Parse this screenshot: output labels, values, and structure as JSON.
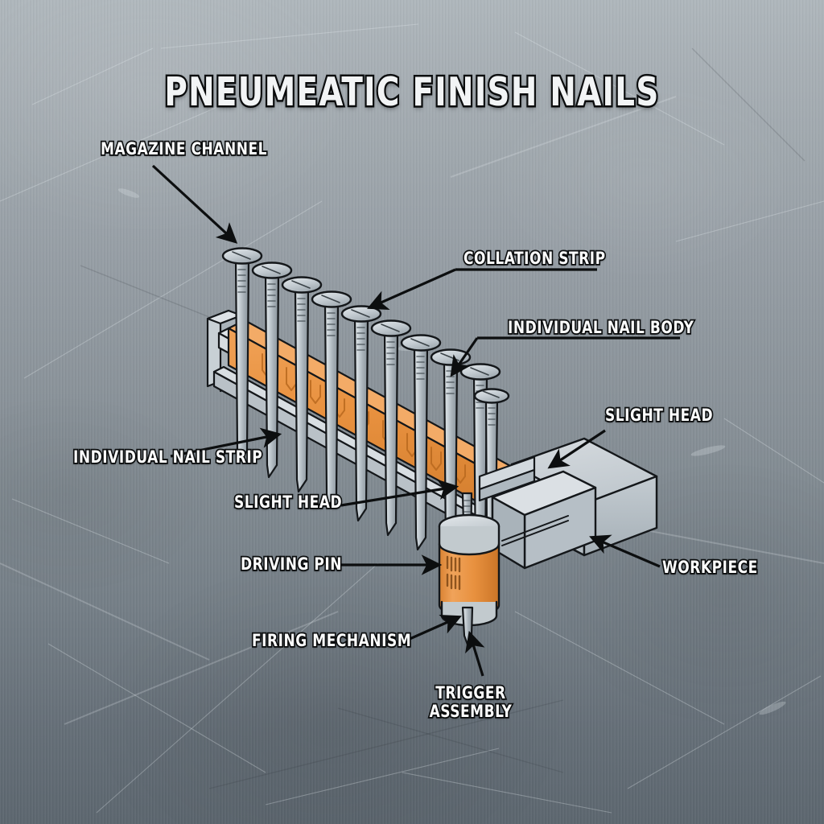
{
  "title": "PNEUMEATIC FINISH NAILS",
  "colors": {
    "orange": "#e8913f",
    "orange_dark": "#cf7a2c",
    "orange_light": "#f2a862",
    "metal_light": "#d3d8dc",
    "metal_mid": "#b4bcc2",
    "metal_dark": "#8c969d",
    "metal_shade": "#9aa4ab",
    "outline": "#14171a",
    "label_fill": "#fbfcfc",
    "label_stroke": "#0c0e0f",
    "bg_top": "#aeb6bb",
    "bg_bottom": "#5b656e"
  },
  "labels": {
    "magazine_channel": "MAGAZINE CHANNEL",
    "collation_strip": "COLLATION STRIP",
    "individual_nail_body": "INDIVIDUAL NAIL BODY",
    "slight_head_right": "SLIGHT HEAD",
    "individual_nail_strip": "INDIVIDUAL NAIL STRIP",
    "slight_head_left": "SLIGHT HEAD",
    "driving_pin": "DRIVING PIN",
    "workpiece": "WORKPIECE",
    "firing_mechanism": "FIRING MECHANISM",
    "trigger_assembly_line1": "TRIGGER",
    "trigger_assembly_line2": "ASSEMBLY"
  },
  "diagram": {
    "type": "isometric-exploded-technical-illustration",
    "subject": "pneumatic finish nail strip with magazine channel, driving pin and workpiece",
    "nail_count": 11,
    "nail_heads_style": "flat elliptical head with diagonal slash",
    "nail_shaft_style": "ridged knurl marks near head, tapered point",
    "strip_angle_deg": 22,
    "components": [
      {
        "name": "magazine-channel",
        "color": "#b4bcc2",
        "note": "gray isometric U-channel rail running lower-left to lower-right"
      },
      {
        "name": "collation-strip",
        "color": "#e8913f",
        "note": "orange plastic band bonding the nails"
      },
      {
        "name": "nail-row",
        "color": "#c2cace",
        "note": "11 nails descending in height left to right"
      },
      {
        "name": "driving-pin",
        "color": "#e8913f",
        "note": "orange cylinder with gray cap and base, ribbed texture, nail protruding below"
      },
      {
        "name": "workpiece",
        "color": "#c2cace",
        "note": "stepped gray isometric block at right"
      }
    ]
  }
}
